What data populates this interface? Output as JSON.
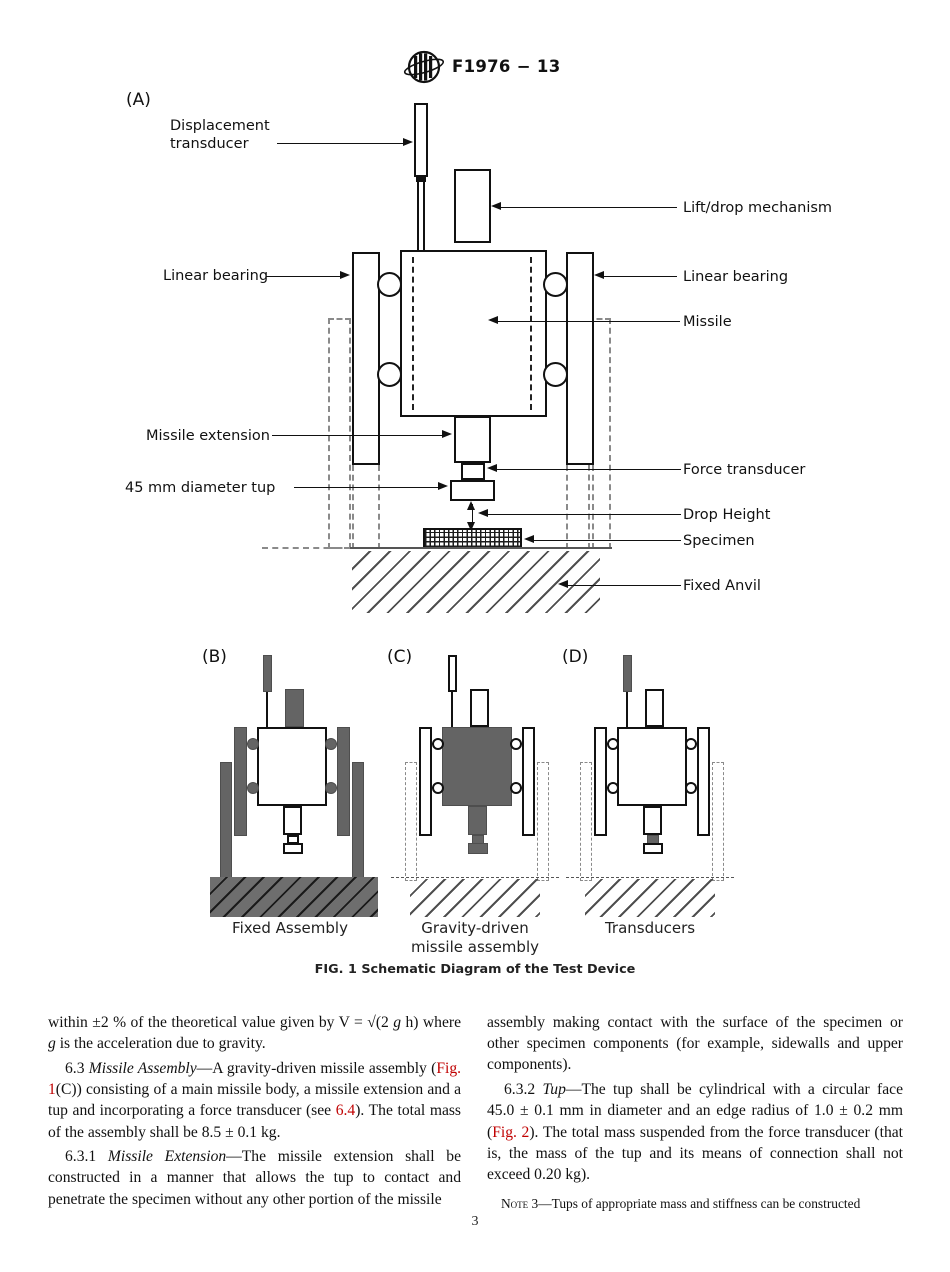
{
  "header": {
    "logo_name": "astm-logo",
    "code": "F1976 − 13"
  },
  "figure": {
    "caption": "FIG. 1 Schematic Diagram of the Test Device",
    "panel_a": {
      "label": "(A)",
      "labels": {
        "displacement_transducer": "Displacement transducer",
        "lift_drop_mechanism": "Lift/drop mechanism",
        "linear_bearing_left": "Linear bearing",
        "linear_bearing_right": "Linear bearing",
        "missile": "Missile",
        "missile_extension": "Missile extension",
        "tup": "45 mm diameter tup",
        "force_transducer": "Force transducer",
        "drop_height": "Drop Height",
        "specimen": "Specimen",
        "fixed_anvil": "Fixed Anvil"
      }
    },
    "panel_b": {
      "label": "(B)",
      "caption_lines": [
        "Fixed Assembly"
      ]
    },
    "panel_c": {
      "label": "(C)",
      "caption_lines": [
        "Gravity-driven",
        "missile assembly"
      ]
    },
    "panel_d": {
      "label": "(D)",
      "caption_lines": [
        "Transducers"
      ]
    }
  },
  "body": {
    "left_column": [
      {
        "style": "cont",
        "segments": [
          {
            "t": "within ±2 % of the theoretical value given by V = √(2 "
          },
          {
            "t": "g",
            "s": "i"
          },
          {
            "t": " h) where "
          },
          {
            "t": "g",
            "s": "i"
          },
          {
            "t": " is the acceleration due to gravity."
          }
        ]
      },
      {
        "style": "para",
        "segments": [
          {
            "t": "6.3 "
          },
          {
            "t": "Missile Assembly",
            "s": "i"
          },
          {
            "t": "—A gravity-driven missile assembly ("
          },
          {
            "t": "Fig. 1",
            "s": "link"
          },
          {
            "t": "(C)) consisting of a main missile body, a missile extension and a tup and incorporating a force transducer (see "
          },
          {
            "t": "6.4",
            "s": "link"
          },
          {
            "t": "). The total mass of the assembly shall be 8.5 ± 0.1 kg."
          }
        ]
      },
      {
        "style": "para",
        "segments": [
          {
            "t": "6.3.1 "
          },
          {
            "t": "Missile Extension",
            "s": "i"
          },
          {
            "t": "—The missile extension shall be constructed in a manner that allows the tup to contact and penetrate the specimen without any other portion of the missile"
          }
        ]
      }
    ],
    "right_column": [
      {
        "style": "cont",
        "segments": [
          {
            "t": "assembly making contact with the surface of the specimen or other specimen components (for example, sidewalls and upper components)."
          }
        ]
      },
      {
        "style": "para",
        "segments": [
          {
            "t": "6.3.2 "
          },
          {
            "t": "Tup",
            "s": "i"
          },
          {
            "t": "—The tup shall be cylindrical with a circular face 45.0 ± 0.1 mm in diameter and an edge radius of 1.0 ± 0.2 mm ("
          },
          {
            "t": "Fig. 2",
            "s": "link"
          },
          {
            "t": "). The total mass suspended from the force transducer (that is, the mass of the tup and its means of connection shall not exceed 0.20 kg)."
          }
        ]
      },
      {
        "style": "note",
        "segments": [
          {
            "t": "Note 3",
            "s": "sc"
          },
          {
            "t": "—Tups of appropriate mass and stiffness can be constructed"
          }
        ]
      }
    ]
  },
  "footer": {
    "page_number": "3"
  },
  "colors": {
    "link_red": "#c00000",
    "dark_fill": "#646464",
    "dash_gray": "#8a8a8a",
    "line_black": "#111111"
  }
}
